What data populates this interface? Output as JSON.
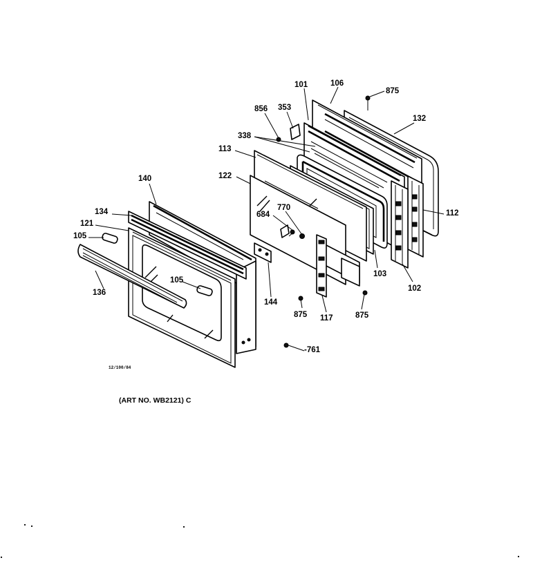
{
  "diagram": {
    "callouts": {
      "c101": "101",
      "c106": "106",
      "c875_top": "875",
      "c856": "856",
      "c353": "353",
      "c132": "132",
      "c338": "338",
      "c113": "113",
      "c122": "122",
      "c140": "140",
      "c134": "134",
      "c121": "121",
      "c105_left": "105",
      "c770": "770",
      "c684": "684",
      "c112": "112",
      "c103": "103",
      "c102": "102",
      "c136": "136",
      "c105_center": "105",
      "c144": "144",
      "c875_bl": "875",
      "c117": "117",
      "c875_br": "875",
      "c761": "-761"
    },
    "drawing_code": "12/100/84",
    "art_number": "(ART NO. WB2121) C"
  }
}
